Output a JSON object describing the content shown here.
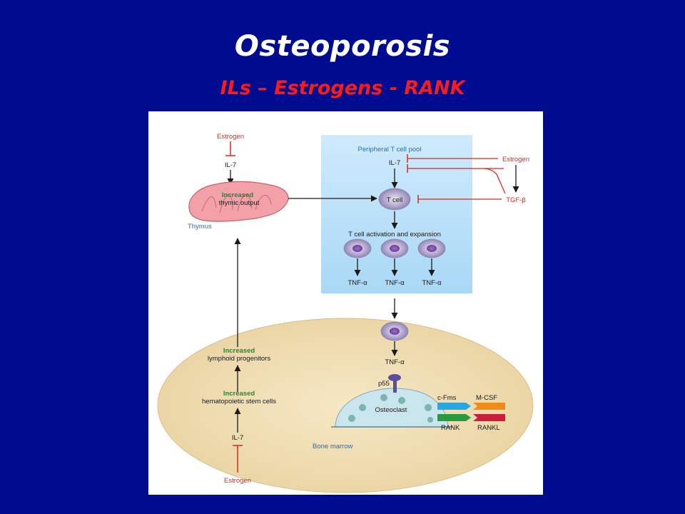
{
  "slide": {
    "title": "Osteoporosis",
    "subtitle": "ILs – Estrogens - RANK"
  },
  "diagram": {
    "estrogen_top": "Estrogen",
    "il7_top": "IL-7",
    "thymus_increased": "Increased",
    "thymus_output": "thymic output",
    "thymus_label": "Thymus",
    "pool_label": "Peripheral T cell pool",
    "il7_pool": "IL-7",
    "estrogen_right": "Estrogen",
    "tcell": "T cell",
    "tgf": "TGF-β",
    "activation": "T cell activation and expansion",
    "tnf1": "TNF-α",
    "tnf2": "TNF-α",
    "tnf3": "TNF-α",
    "tnf_marrow": "TNF-α",
    "lymphoid_increased": "Increased",
    "lymphoid_label": "lymphoid progenitors",
    "hsc_increased": "Increased",
    "hsc_label": "hematopoietic stem cells",
    "il7_bottom": "IL-7",
    "estrogen_bottom": "Estrogen",
    "p55": "p55",
    "osteoclast": "Osteoclast",
    "cfms": "c-Fms",
    "mcsf": "M-CSF",
    "rank": "RANK",
    "rankl": "RANKL",
    "bone_marrow": "Bone marrow"
  },
  "colors": {
    "background": "#000c8f",
    "title": "#ffffff",
    "subtitle": "#ff1a1a",
    "inhibition": "#d62b1f",
    "tcell_pool": "#bfe3fb",
    "bone_marrow": "#f1dfb7",
    "thymus": "#f2a1a8",
    "increased_text": "#1d8a3a"
  }
}
